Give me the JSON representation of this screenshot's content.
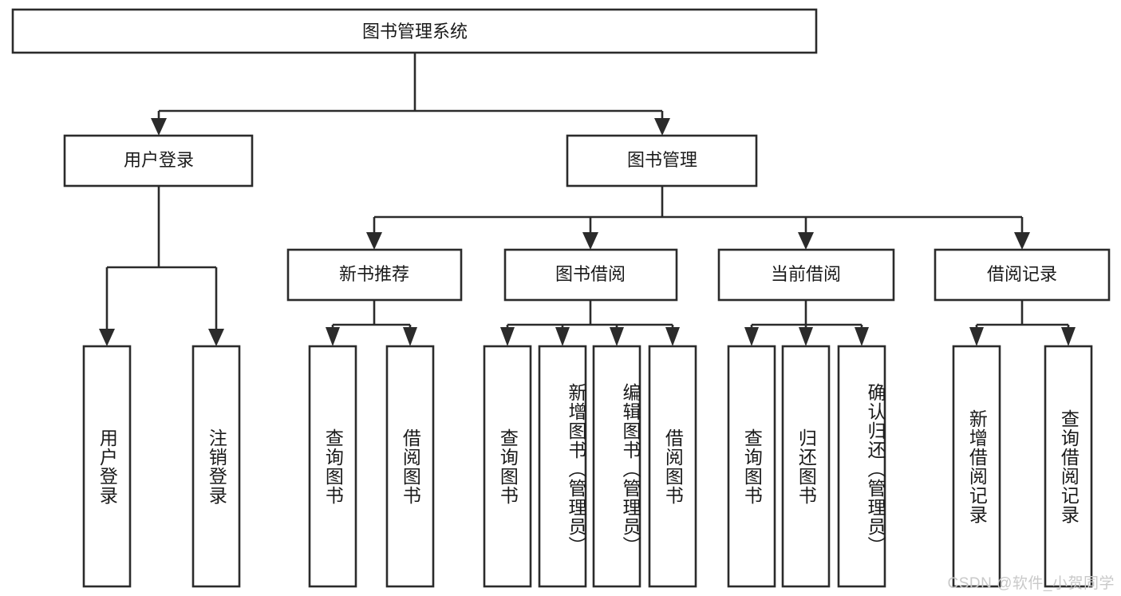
{
  "diagram": {
    "type": "tree-hierarchy-flowchart",
    "title_node": {
      "label": "图书管理系统"
    },
    "level2": [
      {
        "id": "user-login",
        "label": "用户登录"
      },
      {
        "id": "book-management",
        "label": "图书管理"
      }
    ],
    "level3": [
      {
        "id": "new-book-recommend",
        "label": "新书推荐"
      },
      {
        "id": "book-borrow",
        "label": "图书借阅"
      },
      {
        "id": "current-borrow",
        "label": "当前借阅"
      },
      {
        "id": "borrow-record",
        "label": "借阅记录"
      }
    ],
    "leaves": {
      "user_login": [
        {
          "id": "leaf-user-login",
          "label": "用户登录"
        },
        {
          "id": "leaf-logout-login",
          "label": "注销登录"
        }
      ],
      "new_book_recommend": [
        {
          "id": "leaf-query-book-1",
          "label": "查询图书"
        },
        {
          "id": "leaf-borrow-book-1",
          "label": "借阅图书"
        }
      ],
      "book_borrow": [
        {
          "id": "leaf-query-book-2",
          "label": "查询图书"
        },
        {
          "id": "leaf-add-book",
          "label": "新增图书（管理员）"
        },
        {
          "id": "leaf-edit-book",
          "label": "编辑图书（管理员）"
        },
        {
          "id": "leaf-borrow-book-2",
          "label": "借阅图书"
        }
      ],
      "current_borrow": [
        {
          "id": "leaf-query-book-3",
          "label": "查询图书"
        },
        {
          "id": "leaf-return-book",
          "label": "归还图书"
        },
        {
          "id": "leaf-confirm-return",
          "label": "确认归还（管理员）"
        }
      ],
      "borrow_record": [
        {
          "id": "leaf-add-record",
          "label": "新增借阅记录"
        },
        {
          "id": "leaf-query-record",
          "label": "查询借阅记录"
        }
      ]
    }
  },
  "watermark": {
    "text": "CSDN @软件_小贺同学"
  },
  "colors": {
    "stroke": "#2b2b2b",
    "fill": "#ffffff",
    "text": "#1a1a1a",
    "watermark": "#c9c9c9",
    "background": "#ffffff"
  }
}
